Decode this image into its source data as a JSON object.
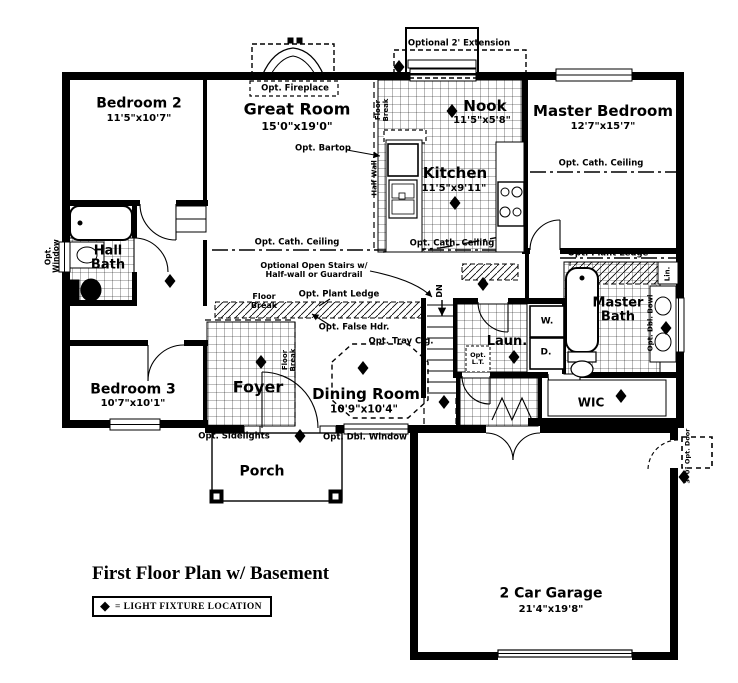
{
  "title": "First Floor Plan w/ Basement",
  "legend": {
    "symbol": "◆",
    "label": "= LIGHT FIXTURE LOCATION"
  },
  "rooms": {
    "bedroom2": {
      "name": "Bedroom 2",
      "dims": "11'5\"x10'7\""
    },
    "great_room": {
      "name": "Great Room",
      "dims": "15'0\"x19'0\""
    },
    "nook": {
      "name": "Nook",
      "dims": "11'5\"x5'8\""
    },
    "master_bedroom": {
      "name": "Master Bedroom",
      "dims": "12'7\"x15'7\""
    },
    "kitchen": {
      "name": "Kitchen",
      "dims": "11'5\"x9'11\""
    },
    "hall_bath": {
      "line1": "Hall",
      "line2": "Bath"
    },
    "bedroom3": {
      "name": "Bedroom 3",
      "dims": "10'7\"x10'1\""
    },
    "foyer": {
      "name": "Foyer"
    },
    "dining_room": {
      "name": "Dining Room",
      "dims": "10'9\"x10'4\""
    },
    "laundry": {
      "name": "Laun."
    },
    "master_bath": {
      "line1": "Master",
      "line2": "Bath"
    },
    "wic": {
      "name": "WIC"
    },
    "porch": {
      "name": "Porch"
    },
    "garage": {
      "name": "2 Car Garage",
      "dims": "21'4\"x19'8\""
    }
  },
  "annotations": {
    "opt_fireplace": "Opt. Fireplace",
    "optional_2_extension": "Optional 2' Extension",
    "opt_bartop": "Opt. Bartop",
    "opt_cath_ceiling_great": "Opt. Cath. Ceiling",
    "opt_cath_ceiling_kitchen": "Opt. Cath. Ceiling",
    "opt_cath_ceiling_master": "Opt. Cath. Ceiling",
    "open_stairs_line1": "Optional Open Stairs w/",
    "open_stairs_line2": "Half-wall or Guardrail",
    "opt_plant_ledge_center": "Opt. Plant Ledge",
    "opt_plant_ledge_master": "Opt. Plant Ledge",
    "opt_false_hdr": "Opt. False Hdr.",
    "opt_tray_clg": "Opt. Tray Clg.",
    "opt_sidelights": "Opt. Sidelights",
    "opt_dbl_window": "Opt. Dbl. Window",
    "opt_window_line1": "Opt.",
    "opt_window_line2": "Window",
    "floor_break_line1": "Floor",
    "floor_break_line2": "Break",
    "half_wall": "Half Wall",
    "dn": "DN",
    "washer": "W.",
    "dryer": "D.",
    "linen": "Lin.",
    "opt_lt_line1": "Opt.",
    "opt_lt_line2": "L.T.",
    "opt_dbl_bowl": "Opt. Dbl. Bowl",
    "opt_door": "3'-0\" Opt. Door"
  }
}
